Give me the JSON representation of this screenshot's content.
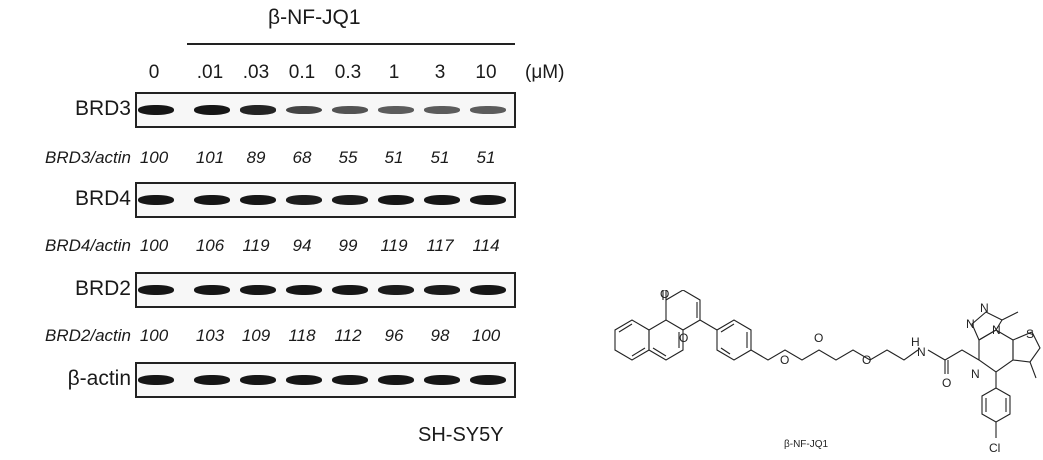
{
  "treatment_label": "β-NF-JQ1",
  "unit": "(μM)",
  "cell_line": "SH-SY5Y",
  "concentrations": [
    "0",
    ".01",
    ".03",
    "0.1",
    "0.3",
    "1",
    "3",
    "10"
  ],
  "blots": [
    {
      "protein": "BRD3",
      "ratio_label": "BRD3/actin",
      "values": [
        "100",
        "101",
        "89",
        "68",
        "55",
        "51",
        "51",
        "51"
      ]
    },
    {
      "protein": "BRD4",
      "ratio_label": "BRD4/actin",
      "values": [
        "100",
        "106",
        "119",
        "94",
        "99",
        "119",
        "117",
        "114"
      ]
    },
    {
      "protein": "BRD2",
      "ratio_label": "BRD2/actin",
      "values": [
        "100",
        "103",
        "109",
        "118",
        "112",
        "96",
        "98",
        "100"
      ]
    },
    {
      "protein": "β-actin",
      "ratio_label": "",
      "values": []
    }
  ],
  "band_intensity": [
    [
      1.0,
      1.0,
      0.9,
      0.7,
      0.58,
      0.53,
      0.53,
      0.53
    ],
    [
      1.0,
      1.0,
      1.0,
      0.95,
      0.97,
      1.0,
      1.0,
      1.0
    ],
    [
      1.0,
      1.0,
      1.0,
      1.0,
      1.0,
      0.97,
      0.97,
      1.0
    ],
    [
      1.0,
      1.0,
      1.0,
      1.0,
      1.0,
      1.0,
      1.0,
      1.0
    ]
  ],
  "structure": {
    "name": "β-NF-JQ1",
    "atoms": {
      "ketone_o": "O",
      "ring_o": "O",
      "ether_o1": "O",
      "ether_o2": "O",
      "ether_o3": "O",
      "amide_o": "O",
      "amide_nh": "H",
      "amide_n": "N",
      "triazole_n1": "N",
      "triazole_n2": "N",
      "triazole_n3": "N",
      "imine_n": "N",
      "sulfur": "S",
      "chlorine": "Cl"
    }
  }
}
